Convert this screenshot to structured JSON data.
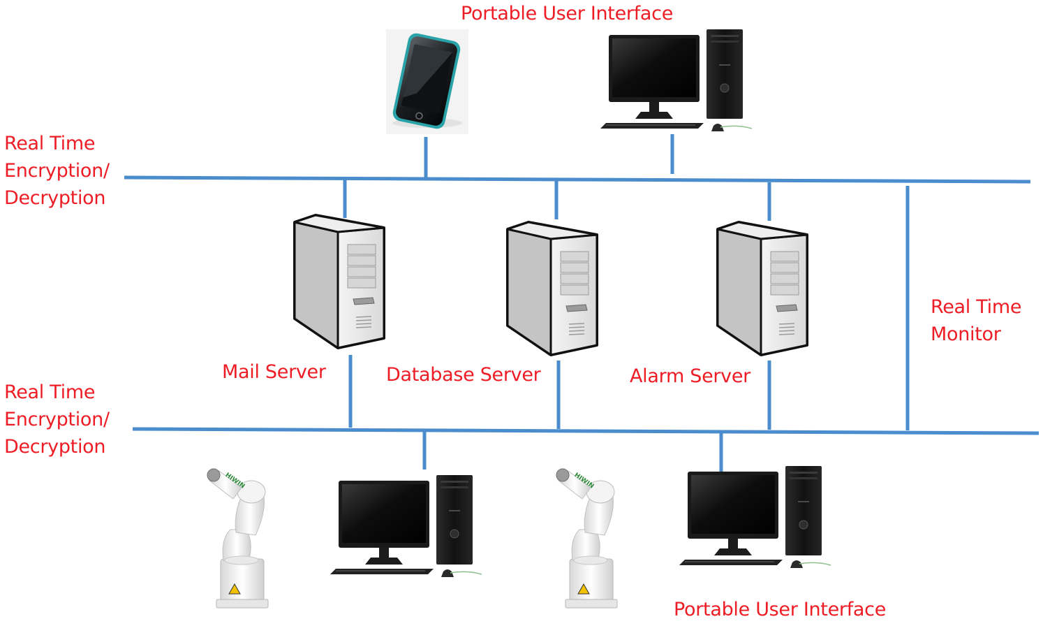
{
  "labels": {
    "portable_ui_top": "Portable User Interface",
    "portable_ui_bottom": "Portable User Interface",
    "encryption_top": [
      "Real Time",
      "Encryption/",
      "Decryption"
    ],
    "encryption_bottom": [
      "Real Time",
      "Encryption/",
      "Decryption"
    ],
    "monitor": [
      "Real Time",
      "Monitor"
    ],
    "mail_server": "Mail Server",
    "database_server": "Database Server",
    "alarm_server": "Alarm Server"
  },
  "robot_brand": "HIWIN",
  "colors": {
    "network_line": "#4a8ccc",
    "label_text": "#ee1c24",
    "server_body": "#e2e2e2",
    "phone_body": "#1f2326",
    "phone_frame": "#2aa3a8",
    "monitor_screen": "#0b0b0b",
    "tower": "#151515"
  },
  "icons": [
    "smartphone-icon",
    "desktop-computer-icon",
    "server-tower-icon",
    "robot-arm-icon"
  ]
}
